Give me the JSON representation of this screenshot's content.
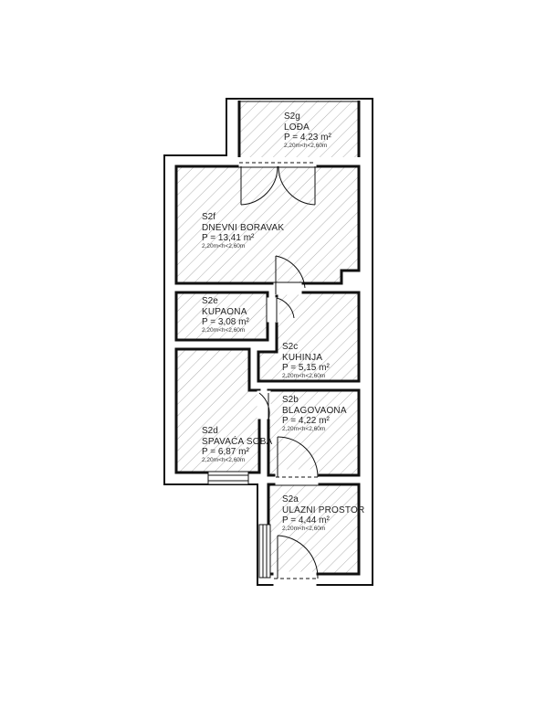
{
  "rooms": [
    {
      "id": "S2g",
      "name": "LOĐA",
      "area": "P = 4,23 m²",
      "height": "2,20m<h<2,60m"
    },
    {
      "id": "S2f",
      "name": "DNEVNI BORAVAK",
      "area": "P = 13,41 m²",
      "height": "2,20m<h<2,60m"
    },
    {
      "id": "S2e",
      "name": "KUPAONA",
      "area": "P = 3,08 m²",
      "height": "2,20m<h<2,60m"
    },
    {
      "id": "S2c",
      "name": "KUHINJA",
      "area": "P = 5,15 m²",
      "height": "2,20m<h<2,60m"
    },
    {
      "id": "S2b",
      "name": "BLAGOVAONA",
      "area": "P = 4,22 m²",
      "height": "2,20m<h<2,60m"
    },
    {
      "id": "S2d",
      "name": "SPAVAĆA SOBA",
      "area": "P = 6,87 m²",
      "height": "2,20m<h<2,60m"
    },
    {
      "id": "S2a",
      "name": "ULAZNI PROSTOR",
      "area": "P = 4,44 m²",
      "height": "2,20m<h<2,60m"
    }
  ],
  "colors": {
    "wall": "#111111",
    "hatch": "#9a9a9a"
  }
}
